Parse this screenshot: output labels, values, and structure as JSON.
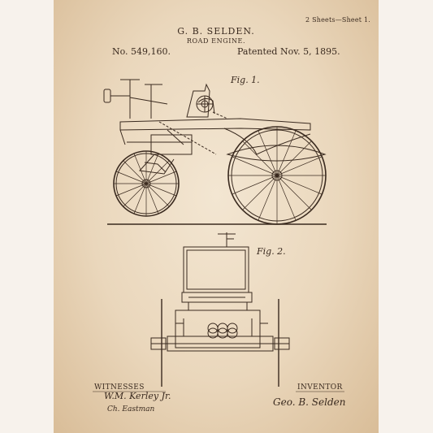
{
  "header": {
    "sheets": "2 Sheets—Sheet 1.",
    "inventor_name": "G. B. SELDEN.",
    "title": "ROAD ENGINE.",
    "patent_no": "No. 549,160.",
    "patent_date": "Patented Nov. 5, 1895."
  },
  "figures": {
    "fig1_label": "Fig. 1.",
    "fig2_label": "Fig. 2."
  },
  "footer": {
    "witnesses_label": "WITNESSES",
    "inventor_label": "INVENTOR",
    "witness_signature_1": "W.M. Kerley Jr.",
    "witness_signature_2": "Ch. Eastman",
    "inventor_signature": "Geo. B. Selden"
  },
  "colors": {
    "paper": "#ead7bc",
    "ink": "#3a2a1f"
  }
}
